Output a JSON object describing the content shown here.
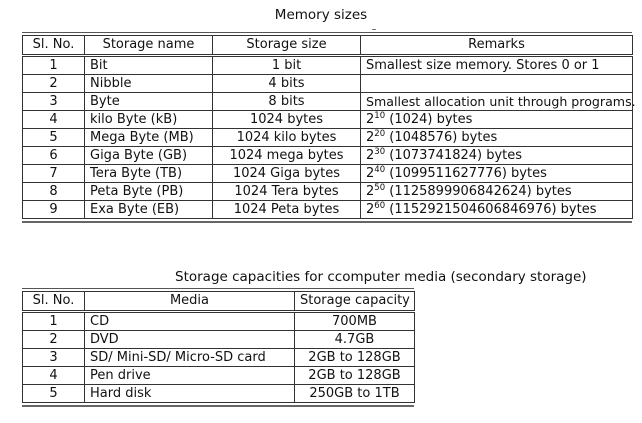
{
  "memory_table": {
    "caption": "Memory sizes",
    "headers": [
      "Sl. No.",
      "Storage name",
      "Storage size",
      "Remarks"
    ],
    "rows": [
      {
        "sl": "1",
        "name": "Bit",
        "size": "1 bit",
        "remark_text": "Smallest size memory. Stores 0 or 1",
        "power_base": "",
        "power_exp": "",
        "power_value": ""
      },
      {
        "sl": "2",
        "name": "Nibble",
        "size": "4 bits",
        "remark_text": "",
        "power_base": "",
        "power_exp": "",
        "power_value": ""
      },
      {
        "sl": "3",
        "name": "Byte",
        "size": "8 bits",
        "remark_text": "Smallest allocation unit through programs.",
        "power_base": "",
        "power_exp": "",
        "power_value": ""
      },
      {
        "sl": "4",
        "name": "kilo Byte (kB)",
        "size": "1024 bytes",
        "remark_text": "",
        "power_base": "2",
        "power_exp": "10",
        "power_value": " (1024) bytes"
      },
      {
        "sl": "5",
        "name": "Mega Byte (MB)",
        "size": "1024 kilo bytes",
        "remark_text": "",
        "power_base": "2",
        "power_exp": "20",
        "power_value": " (1048576) bytes"
      },
      {
        "sl": "6",
        "name": "Giga Byte (GB)",
        "size": "1024 mega bytes",
        "remark_text": "",
        "power_base": "2",
        "power_exp": "30",
        "power_value": " (1073741824) bytes"
      },
      {
        "sl": "7",
        "name": "Tera Byte (TB)",
        "size": "1024 Giga bytes",
        "remark_text": "",
        "power_base": "2",
        "power_exp": "40",
        "power_value": " (1099511627776) bytes"
      },
      {
        "sl": "8",
        "name": "Peta Byte (PB)",
        "size": "1024 Tera bytes",
        "remark_text": "",
        "power_base": "2",
        "power_exp": "50",
        "power_value": " (1125899906842624) bytes"
      },
      {
        "sl": "9",
        "name": "Exa Byte (EB)",
        "size": "1024 Peta bytes",
        "remark_text": "",
        "power_base": "2",
        "power_exp": "60",
        "power_value": " (1152921504606846976) bytes"
      }
    ]
  },
  "media_table": {
    "caption": "Storage capacities for ccomputer media (secondary storage)",
    "headers": [
      "Sl. No.",
      "Media",
      "Storage capacity"
    ],
    "rows": [
      {
        "sl": "1",
        "media": "CD",
        "capacity": "700MB"
      },
      {
        "sl": "2",
        "media": "DVD",
        "capacity": "4.7GB"
      },
      {
        "sl": "3",
        "media": "SD/ Mini-SD/ Micro-SD card",
        "capacity": "2GB to 128GB"
      },
      {
        "sl": "4",
        "media": "Pen drive",
        "capacity": "2GB to 128GB"
      },
      {
        "sl": "5",
        "media": "Hard disk",
        "capacity": "250GB to 1TB"
      }
    ]
  }
}
